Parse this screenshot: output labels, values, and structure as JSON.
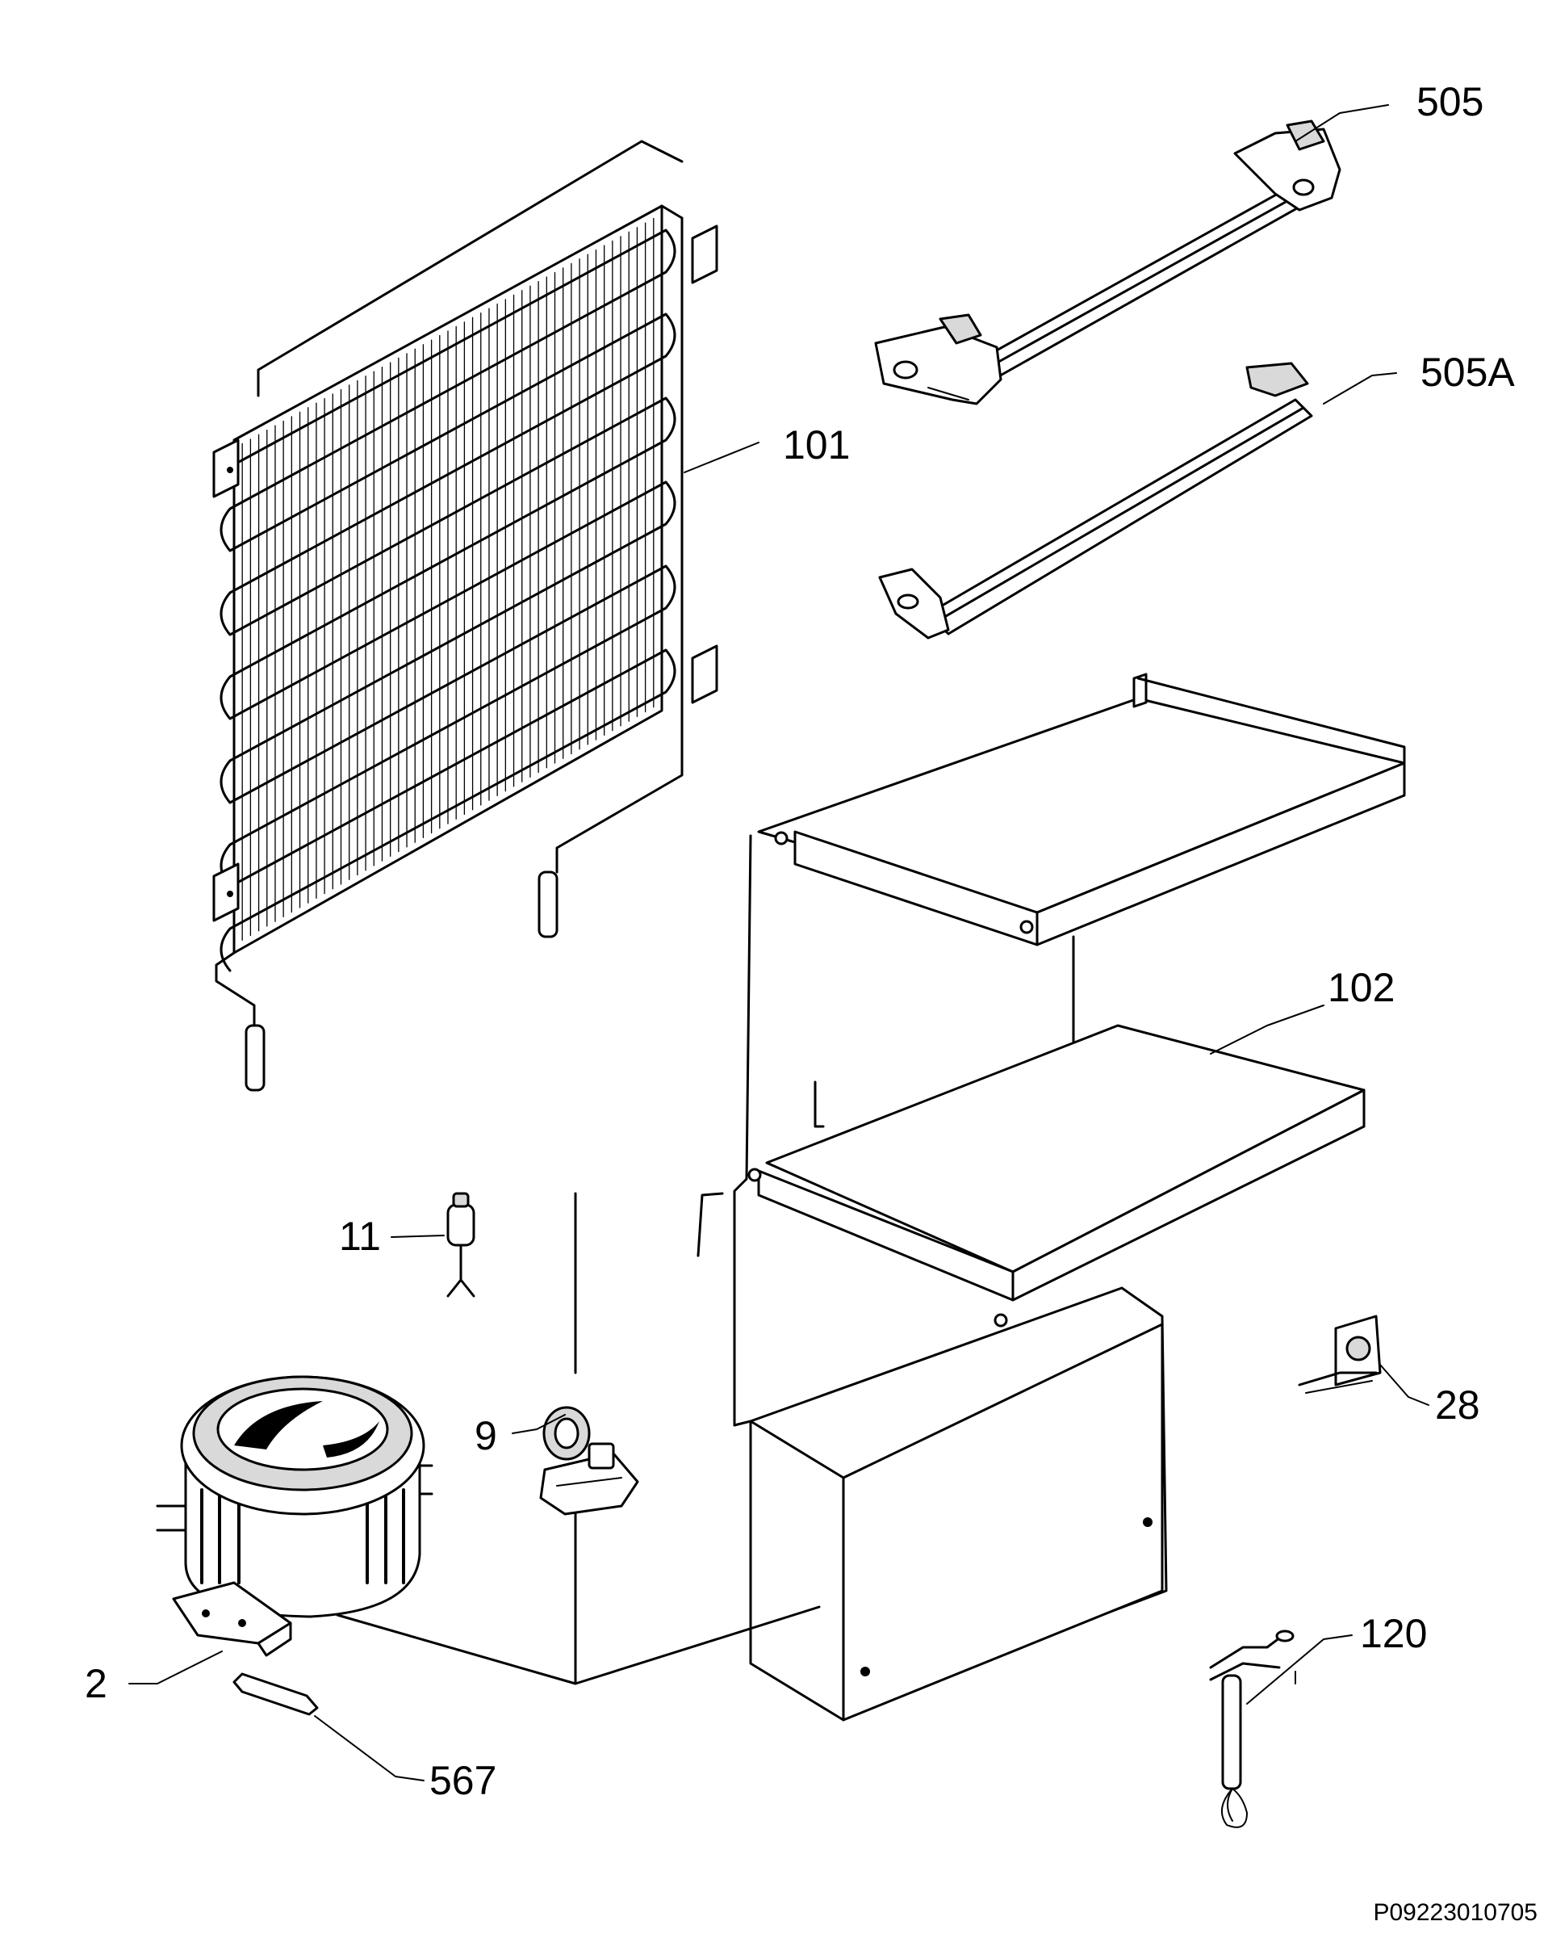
{
  "callouts": {
    "c505": "505",
    "c505a": "505A",
    "c101": "101",
    "c102": "102",
    "c11": "11",
    "c9": "9",
    "c28": "28",
    "c120": "120",
    "c2": "2",
    "c567": "567"
  },
  "document_id": "P09223010705"
}
